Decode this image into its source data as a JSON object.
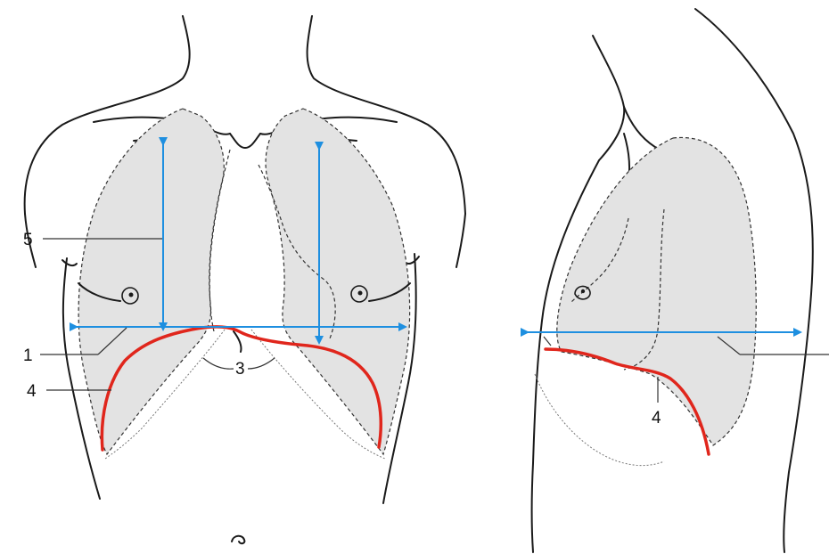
{
  "colors": {
    "arrow": "#1e8fe0",
    "boundary": "#e0261c",
    "lung_fill": "#e3e3e3",
    "outline": "#1a1a1a"
  },
  "labels": {
    "five": "5",
    "one": "1",
    "four_front": "4",
    "three": "3",
    "four_side": "4"
  }
}
